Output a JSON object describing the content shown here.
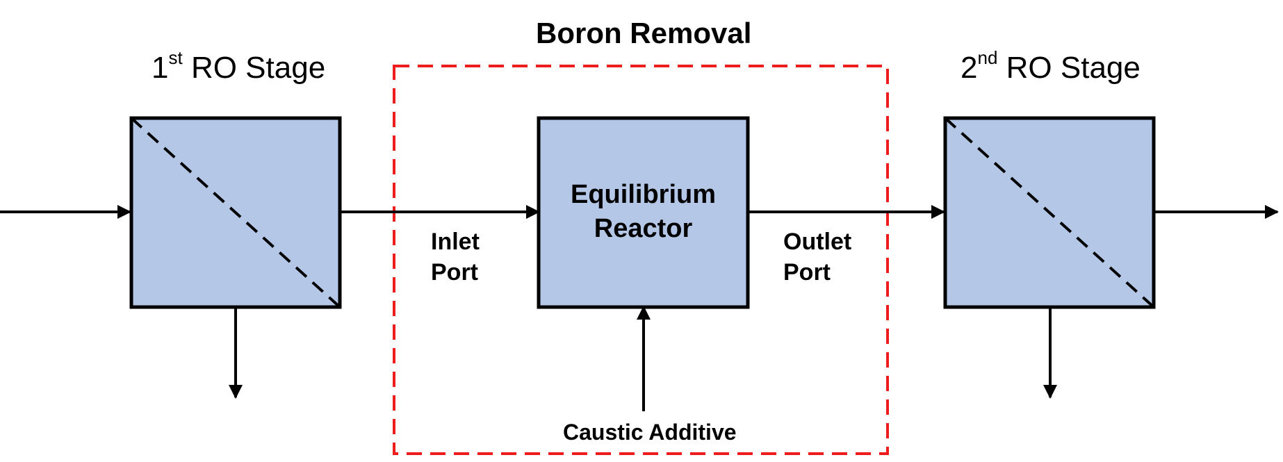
{
  "group": {
    "title": "Boron Removal"
  },
  "stage1": {
    "number": "1",
    "suffix": "st",
    "label": "RO Stage"
  },
  "stage2": {
    "number": "2",
    "suffix": "nd",
    "label": "RO Stage"
  },
  "reactor": {
    "line1": "Equilibrium",
    "line2": "Reactor"
  },
  "inlet": {
    "line1": "Inlet",
    "line2": "Port"
  },
  "outlet": {
    "line1": "Outlet",
    "line2": "Port"
  },
  "additive": {
    "label": "Caustic Additive"
  },
  "colors": {
    "box_fill": "#b4c7e7",
    "boundary": "#ee1c1c",
    "stroke": "#000000"
  }
}
